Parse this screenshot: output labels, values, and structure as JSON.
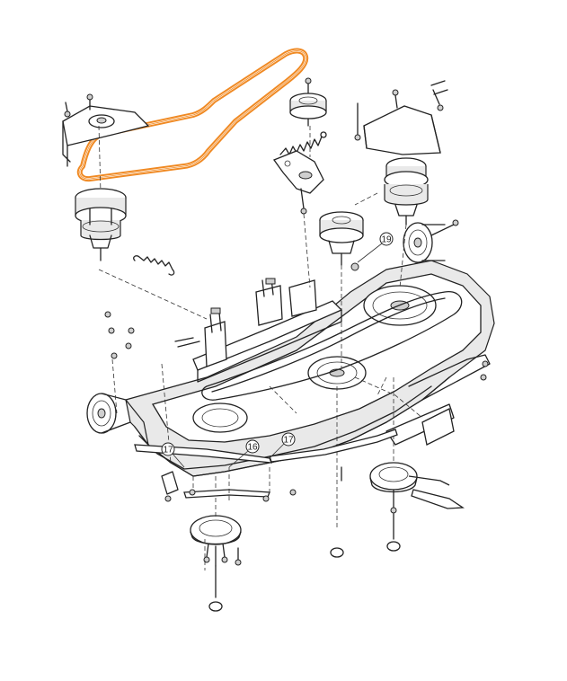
{
  "diagram": {
    "highlight_color": "#f08a24",
    "line_color": "#222222",
    "callouts": [
      "17",
      "16",
      "17",
      "19"
    ]
  }
}
